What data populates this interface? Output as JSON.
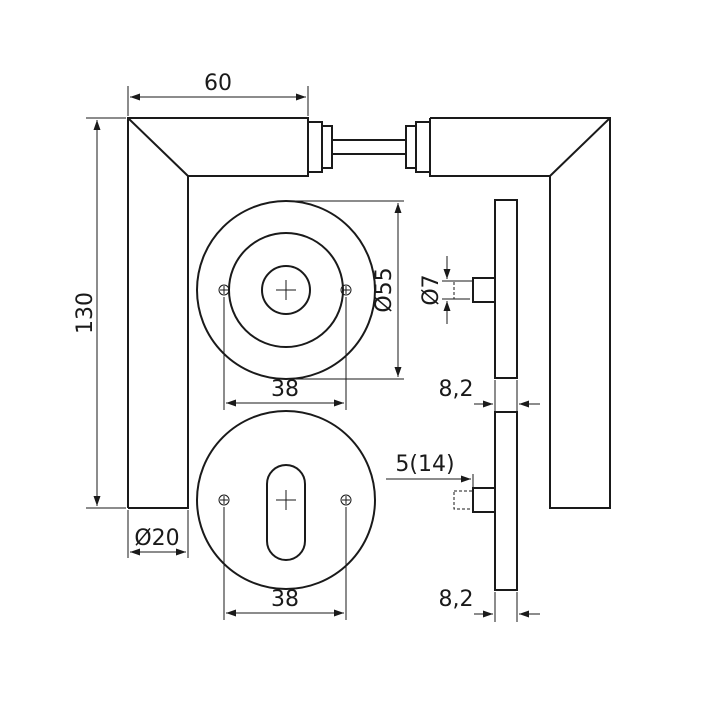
{
  "dimensions": {
    "width_60": "60",
    "height_130": "130",
    "diameter_20": "Ø20",
    "diameter_55": "Ø55",
    "diameter_7": "Ø7",
    "spacing_38_top": "38",
    "spacing_38_bottom": "38",
    "rose_thickness_top": "8,2",
    "rose_thickness_bottom": "8,2",
    "projection_5_14": "5(14)"
  }
}
